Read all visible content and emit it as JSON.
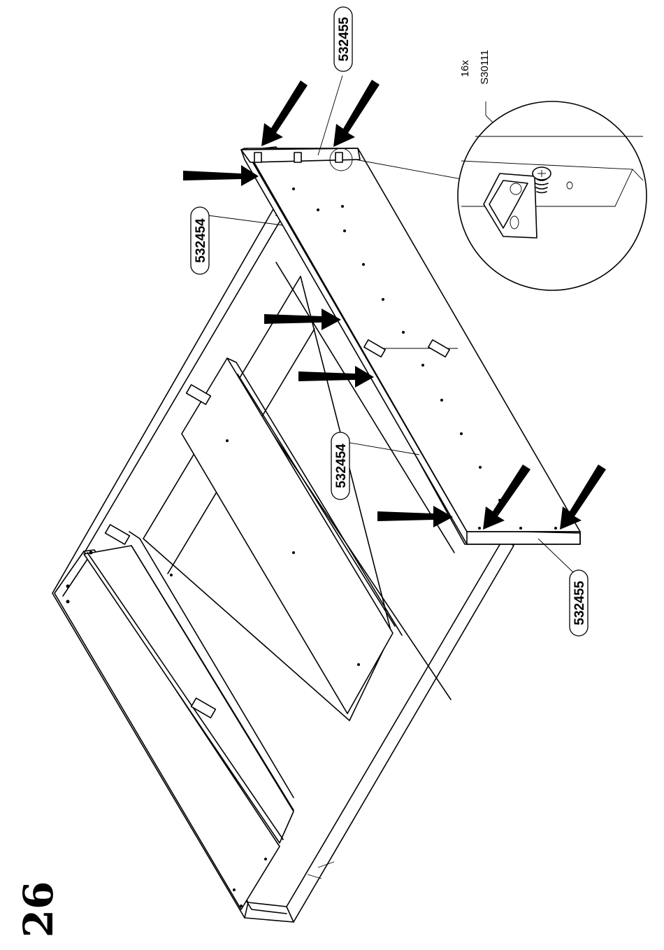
{
  "step": {
    "number": "26"
  },
  "hardware": {
    "quantity": "16x",
    "code": "S30111"
  },
  "parts": [
    {
      "code": "532455"
    },
    {
      "code": "532454"
    },
    {
      "code": "532454"
    },
    {
      "code": "532455"
    }
  ]
}
